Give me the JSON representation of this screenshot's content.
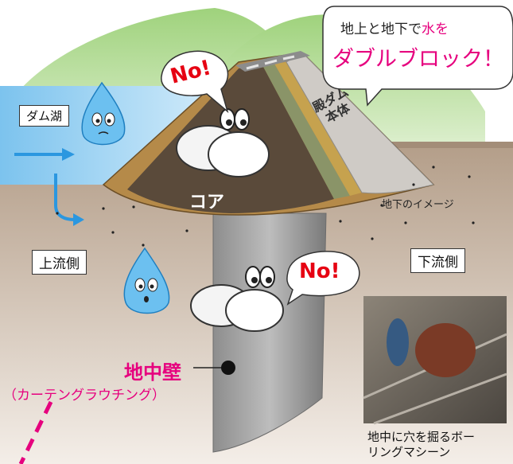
{
  "labels": {
    "dam_lake": "ダム湖",
    "upstream": "上流側",
    "downstream": "下流側",
    "underground_image": "地下のイメージ",
    "core": "コア",
    "dam_body": "殿ダム\n本体",
    "diaphragm_wall": "地中壁",
    "curtain_grouting": "（カーテングラウチング）",
    "speech_top_line1_a": "地上と地下で",
    "speech_top_line1_b": "水を",
    "speech_top_line2": "ダブルブロック！",
    "no_1": "No!",
    "no_2": "No!",
    "photo_caption": "地中に穴を掘るボー\nリングマシーン"
  },
  "colors": {
    "accent_magenta": "#e6007e",
    "no_red": "#e60012",
    "water_blue": "#4aa8e8",
    "ground_brown": "#b9a591",
    "core_dark": "#5a4a3a",
    "hill_green": "#8cc66b"
  }
}
